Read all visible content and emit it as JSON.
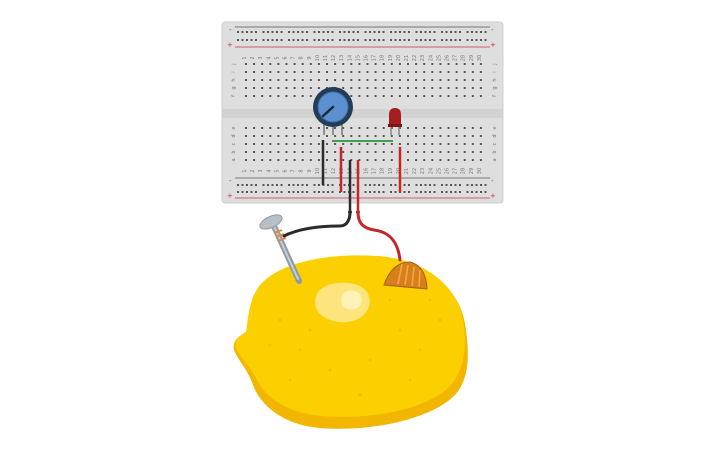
{
  "breadboard": {
    "columns": [
      "1",
      "2",
      "3",
      "4",
      "5",
      "6",
      "7",
      "8",
      "9",
      "10",
      "11",
      "12",
      "13",
      "14",
      "15",
      "16",
      "17",
      "18",
      "19",
      "20",
      "21",
      "22",
      "23",
      "24",
      "25",
      "26",
      "27",
      "28",
      "29",
      "30"
    ],
    "top_rows": [
      "j",
      "i",
      "h",
      "g",
      "f"
    ],
    "bottom_rows": [
      "e",
      "d",
      "c",
      "b",
      "a"
    ],
    "rail_minus": "-",
    "rail_plus": "+"
  },
  "components": {
    "potentiometer": "potentiometer",
    "led": "red LED",
    "lemon": "lemon battery",
    "nail": "galvanized nail",
    "copper_electrode": "copper electrode"
  },
  "colors": {
    "breadboard": "#dcdcdc",
    "rail_red": "#c8323c",
    "wire_black": "#2b2b2b",
    "wire_red": "#c4272b",
    "wire_green": "#3fa34d",
    "lemon": "#fcd000",
    "lemon_shadow": "#f2b400",
    "copper": "#d7801a",
    "pot_knob": "#5b8fcf",
    "led": "#a31f1f"
  }
}
